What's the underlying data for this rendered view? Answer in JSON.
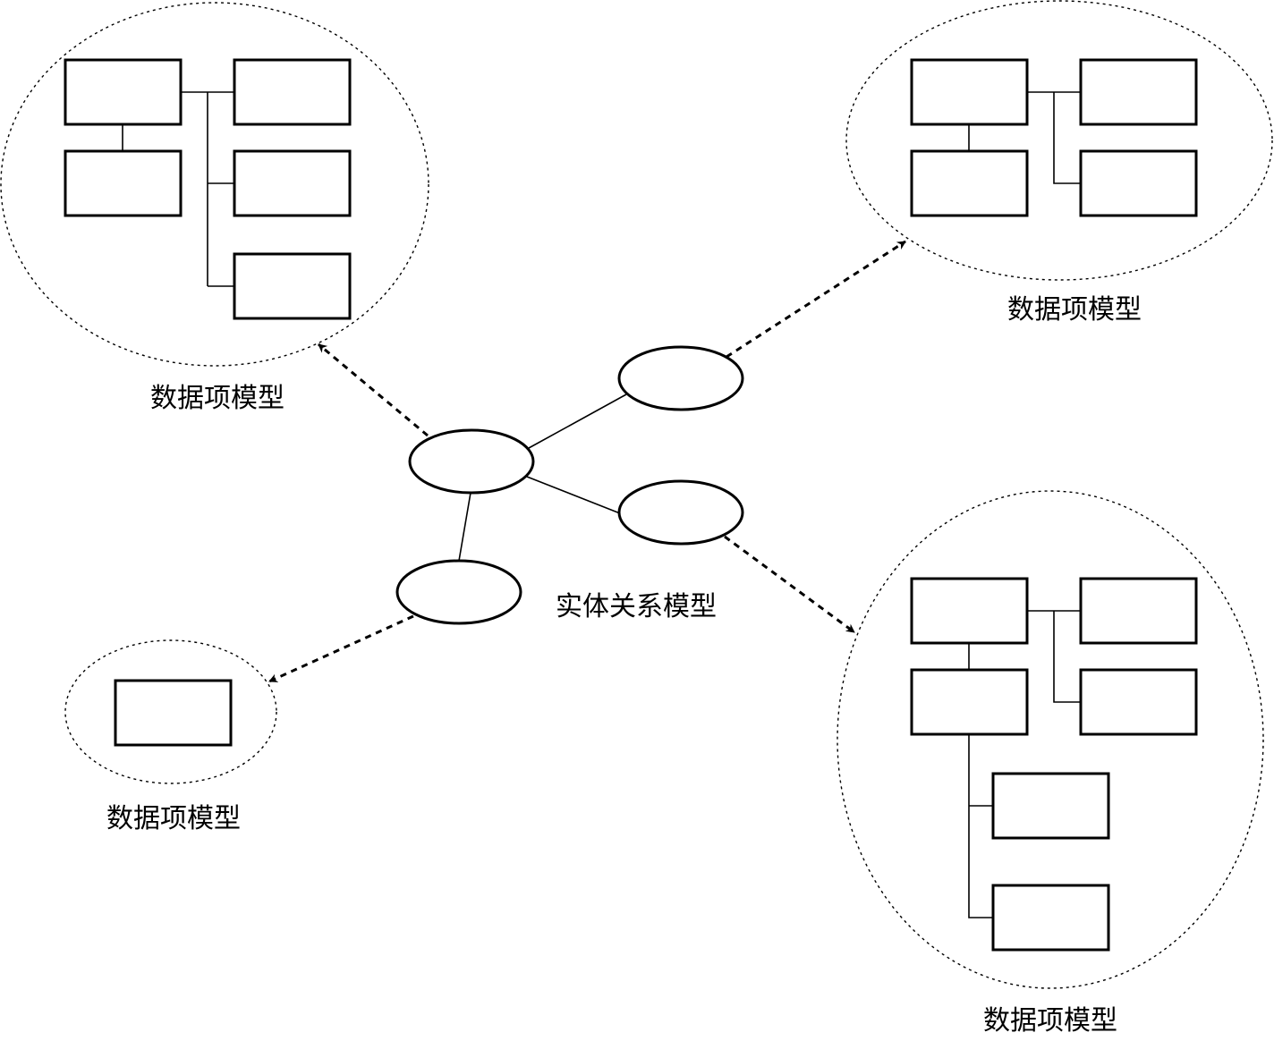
{
  "diagram": {
    "center_label": "实体关系模型",
    "groups": [
      {
        "id": "top-left",
        "label": "数据项模型"
      },
      {
        "id": "top-right",
        "label": "数据项模型"
      },
      {
        "id": "bottom-left",
        "label": "数据项模型"
      },
      {
        "id": "bottom-right",
        "label": "数据项模型"
      }
    ],
    "entity_count": 4,
    "stroke_color": "#000000",
    "background_color": "#ffffff"
  }
}
